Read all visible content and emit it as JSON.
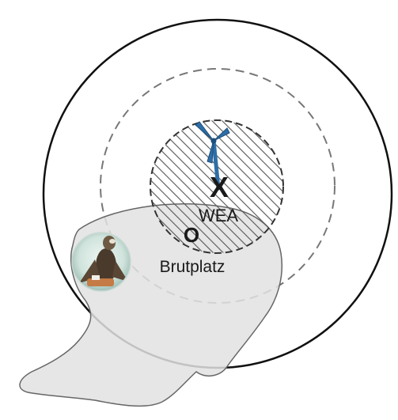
{
  "labels": {
    "turbine_marker": "X",
    "turbine": "WEA",
    "nest_marker": "O",
    "nest": "Brutplatz"
  },
  "icons": {
    "turbine": "wind-turbine-icon",
    "bird": "eagle-photo-icon"
  },
  "colors": {
    "outline": "#111111",
    "dashed": "#777777",
    "hatch": "#555555",
    "habitat_fill": "#e2e2e2",
    "turbine_blue": "#2e6ea6"
  }
}
